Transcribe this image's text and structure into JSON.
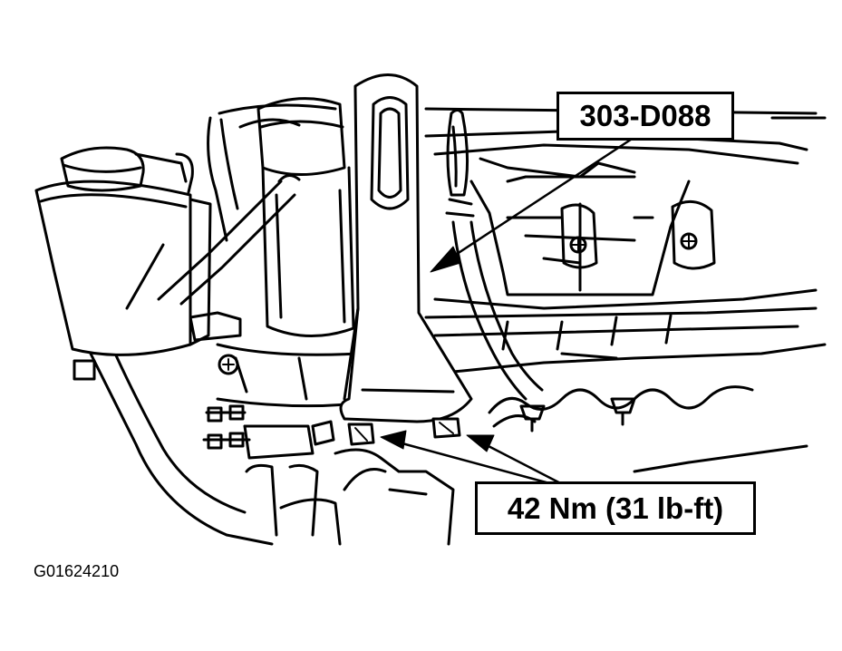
{
  "callouts": {
    "tool": "303-D088",
    "torque": "42 Nm (31 lb-ft)"
  },
  "figure_id": "G01624210",
  "colors": {
    "ink": "#000000",
    "paper": "#ffffff"
  }
}
